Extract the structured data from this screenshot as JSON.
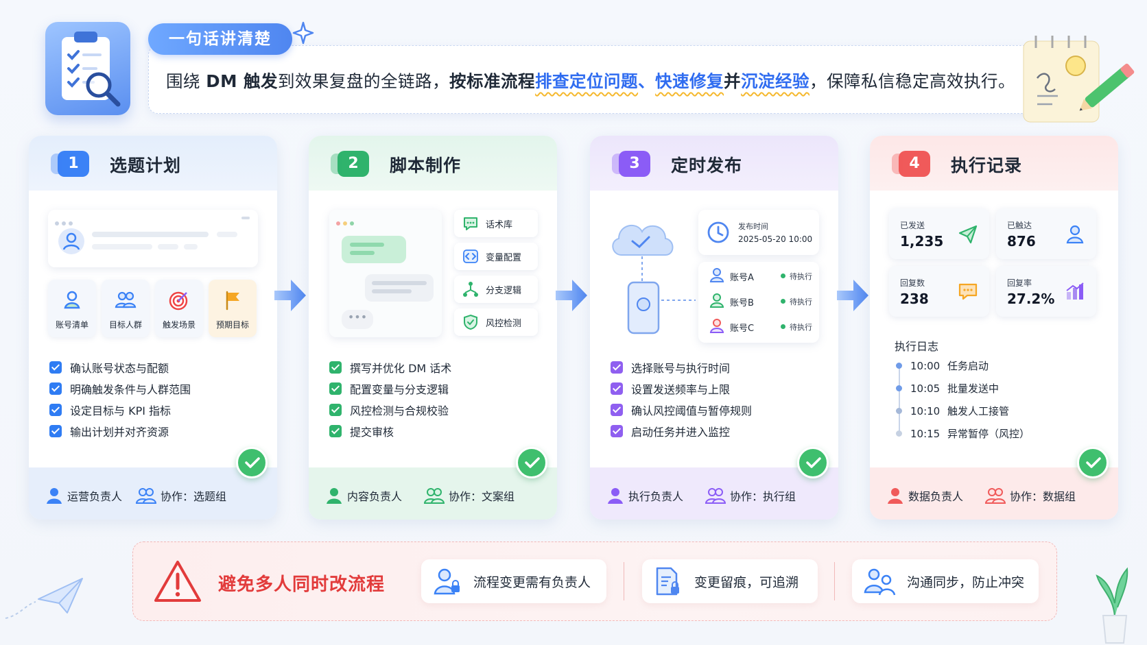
{
  "header": {
    "tag": "一句话讲清楚",
    "banner_parts": [
      {
        "t": "围绕 ",
        "s": "n"
      },
      {
        "t": "DM 触发",
        "s": "b"
      },
      {
        "t": "到效果复盘的全链路，",
        "s": "n"
      },
      {
        "t": "按标准流程",
        "s": "b"
      },
      {
        "t": "排查定位问题",
        "s": "h"
      },
      {
        "t": "、",
        "s": "hc"
      },
      {
        "t": "快速修复",
        "s": "h"
      },
      {
        "t": "并",
        "s": "b"
      },
      {
        "t": "沉淀经验",
        "s": "h"
      },
      {
        "t": "，保障私信稳定高效执行。",
        "s": "n"
      }
    ]
  },
  "cards": [
    {
      "num": "1",
      "title": "选题计划",
      "tiles": [
        "账号清单",
        "目标人群",
        "触发场景",
        "预期目标"
      ],
      "checks": [
        "确认账号状态与配额",
        "明确触发条件与人群范围",
        "设定目标与 KPI 指标",
        "输出计划并对齐资源"
      ],
      "owner": "运营负责人",
      "collab": "协作：选题组"
    },
    {
      "num": "2",
      "title": "脚本制作",
      "tools": [
        "话术库",
        "变量配置",
        "分支逻辑",
        "风控检测"
      ],
      "checks": [
        "撰写并优化 DM 话术",
        "配置变量与分支逻辑",
        "风控检测与合规校验",
        "提交审核"
      ],
      "owner": "内容负责人",
      "collab": "协作：文案组"
    },
    {
      "num": "3",
      "title": "定时发布",
      "publish_label": "发布时间",
      "publish_time": "2025-05-20 10:00",
      "accounts": [
        {
          "name": "账号A",
          "status": "待执行"
        },
        {
          "name": "账号B",
          "status": "待执行"
        },
        {
          "name": "账号C",
          "status": "待执行"
        }
      ],
      "checks": [
        "选择账号与执行时间",
        "设置发送频率与上限",
        "确认风控阈值与暂停规则",
        "启动任务并进入监控"
      ],
      "owner": "执行负责人",
      "collab": "协作：执行组"
    },
    {
      "num": "4",
      "title": "执行记录",
      "stats": [
        {
          "label": "已发送",
          "value": "1,235"
        },
        {
          "label": "已触达",
          "value": "876"
        },
        {
          "label": "回复数",
          "value": "238"
        },
        {
          "label": "回复率",
          "value": "27.2%"
        }
      ],
      "log_title": "执行日志",
      "logs": [
        {
          "time": "10:00",
          "text": "任务启动"
        },
        {
          "time": "10:05",
          "text": "批量发送中"
        },
        {
          "time": "10:10",
          "text": "触发人工接管"
        },
        {
          "time": "10:15",
          "text": "异常暂停（风控）"
        }
      ],
      "owner": "数据负责人",
      "collab": "协作：数据组"
    }
  ],
  "warning": {
    "title": "避免多人同时改流程",
    "items": [
      "流程变更需有负责人",
      "变更留痕，可追溯",
      "沟通同步，防止冲突"
    ]
  },
  "colors": {
    "blue": "#3b82f6",
    "green": "#2fb36c",
    "purple": "#8b5cf6",
    "red": "#f05a5a",
    "warn": "#e23b3b"
  }
}
